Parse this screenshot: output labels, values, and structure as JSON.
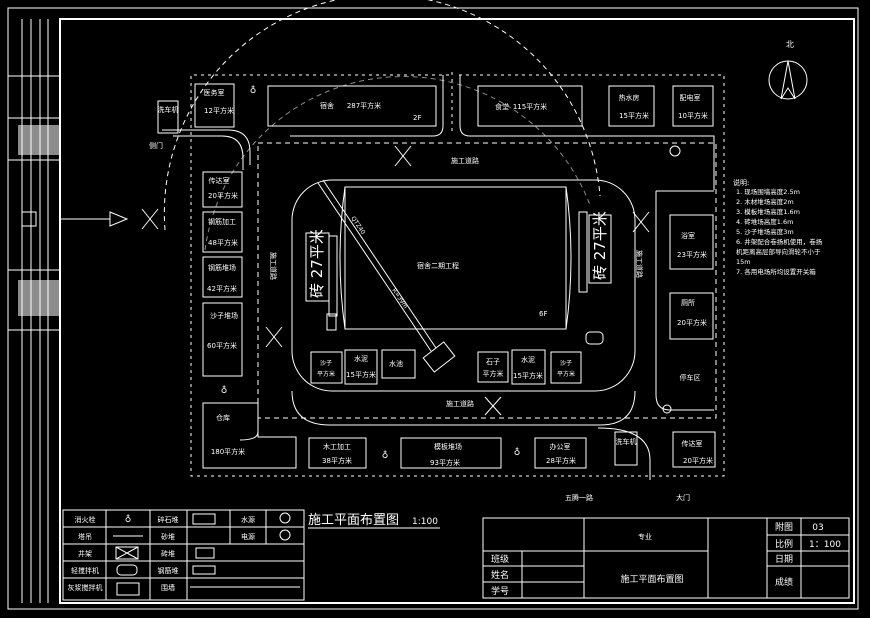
{
  "title_main": "施工平面布置图",
  "title_scale": "1:100",
  "north": "北",
  "buildings": {
    "medical": {
      "name": "医务室",
      "area": "12平方米"
    },
    "washer_left": "洗车机",
    "dorm": {
      "name": "宿舍",
      "area": "287平方米",
      "floors": "2F"
    },
    "canteen": {
      "name": "食堂",
      "area": "115平方米"
    },
    "boiler": {
      "name": "热水房",
      "area": "15平方米"
    },
    "power": {
      "name": "配电室",
      "area": "10平方米"
    },
    "gate_side": "侧门",
    "guard_left": {
      "name": "传达室",
      "area": "20平方米"
    },
    "rebar_work": {
      "name": "钢筋加工",
      "area": "48平方米"
    },
    "rebar_yard": {
      "name": "钢筋堆场",
      "area": "42平方米"
    },
    "sand_yard": {
      "name": "沙子堆场",
      "area": "60平方米"
    },
    "warehouse": {
      "name": "仓库",
      "area": "180平方米"
    },
    "carpentry": {
      "name": "木工加工",
      "area": "38平方米"
    },
    "formwork": {
      "name": "模板堆场",
      "area": "93平方米"
    },
    "office": {
      "name": "办公室",
      "area": "28平方米"
    },
    "washer_right": "洗车机",
    "guard_right": {
      "name": "传达室",
      "area": "20平方米"
    },
    "bath": {
      "name": "浴室",
      "area": "23平方米"
    },
    "toilet": {
      "name": "厕所",
      "area": "20平方米"
    },
    "parking": "停车区",
    "main_gate": "大门",
    "road_label": "五腾一路",
    "cement_left": {
      "name": "水泥",
      "area": "15平方米"
    },
    "pool": "水池",
    "stone": {
      "name": "石子",
      "area": "平方米"
    },
    "cement_right": {
      "name": "水泥",
      "area": "15平方米"
    },
    "sand_left": {
      "name": "沙子",
      "area": "平方米"
    },
    "sand_right": {
      "name": "沙子",
      "area": "平方米"
    },
    "project": {
      "name": "宿舍二期工程",
      "floors": "6F"
    },
    "brick_left": "砖 27平米",
    "brick_right": "砖 27平米",
    "crane_radius": "R=39m",
    "crane_tag": "QTZ40",
    "road_top": "施工道路",
    "road_bottom": "施工道路",
    "road_left": "施工道路",
    "road_right": "施工道路"
  },
  "notes": {
    "title": "说明:",
    "lines": [
      "1. 现场围墙高度2.5m",
      "2. 木材堆场高度2m",
      "3. 模板堆场高度1.6m",
      "4. 砖堆场高度1.6m",
      "5. 沙子堆场高度3m",
      "6. 井架配合卷扬机使用，卷扬",
      "机距离高层部导向滑轮不小于",
      "15m",
      "7. 各用电场所均设置开关箱"
    ]
  },
  "legend": [
    {
      "label": "消火栓",
      "symbol": "hydrant-icon"
    },
    {
      "label": "碎石堆",
      "symbol": "gravel-icon"
    },
    {
      "label": "水源",
      "symbol": "water-source-icon"
    },
    {
      "label": "塔吊",
      "symbol": "crane-icon"
    },
    {
      "label": "砂堆",
      "symbol": "sand-icon"
    },
    {
      "label": "电源",
      "symbol": "power-source-icon"
    },
    {
      "label": "井架",
      "symbol": "derrick-icon"
    },
    {
      "label": "砖堆",
      "symbol": "brick-icon"
    },
    {
      "label": "轻搅拌机",
      "symbol": "mixer-icon"
    },
    {
      "label": "钢筋堆",
      "symbol": "rebar-icon"
    },
    {
      "label": "灰浆搅拌机",
      "symbol": "mortar-mixer-icon"
    },
    {
      "label": "围墙",
      "symbol": "wall-icon"
    }
  ],
  "title_block": {
    "major_label": "专业",
    "class_label": "班级",
    "name_label": "姓名",
    "student_no_label": "学号",
    "drawing_title": "施工平面布置图",
    "sheet_label": "附图",
    "sheet_value": "03",
    "scale_label": "比例",
    "scale_value": "1：100",
    "date_label": "日期",
    "score_label": "成绩"
  }
}
